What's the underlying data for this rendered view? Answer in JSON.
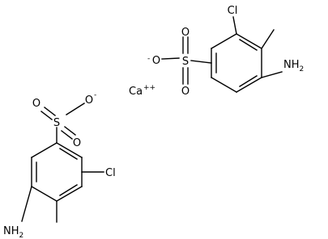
{
  "figure": {
    "type": "chemical-structure",
    "background_color": "#ffffff",
    "ink_color": "#000000"
  },
  "ion": {
    "label": "Ca",
    "charge": "++"
  },
  "molecule_a": {
    "sulfur": "S",
    "oxygen_top": "O",
    "oxygen_left": "O",
    "oxygen_charged": "O",
    "oxygen_charge": "-",
    "chlorine": "Cl",
    "amine": "NH",
    "amine_subscript": "2"
  },
  "molecule_b": {
    "sulfur": "S",
    "oxygen_top": "O",
    "oxygen_bottom": "O",
    "oxygen_charged": "O",
    "oxygen_charge": "-",
    "chlorine": "Cl",
    "amine": "NH",
    "amine_subscript": "2"
  }
}
